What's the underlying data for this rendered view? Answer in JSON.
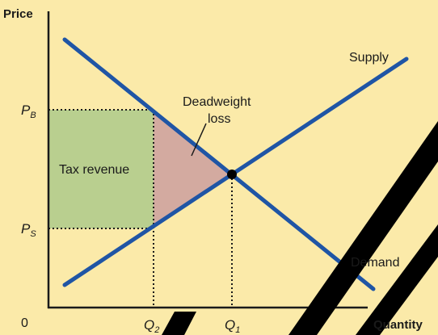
{
  "axes": {
    "y_title": "Price",
    "x_title": "Quantity",
    "origin": "0"
  },
  "ticks": {
    "pb": {
      "main": "P",
      "sub": "B"
    },
    "ps": {
      "main": "P",
      "sub": "S"
    },
    "q2": {
      "main": "Q",
      "sub": "2"
    },
    "q1": {
      "main": "Q",
      "sub": "1"
    }
  },
  "labels": {
    "supply": "Supply",
    "demand": "Demand",
    "tax_revenue": "Tax revenue",
    "deadweight_line1": "Deadweight",
    "deadweight_line2": "loss"
  },
  "colors": {
    "background": "#fbeaa9",
    "curves": "#1f55a5",
    "tax_revenue_fill": "#b9cf8f",
    "deadweight_fill": "#d3aaa0",
    "axis": "#1a1a1a"
  }
}
